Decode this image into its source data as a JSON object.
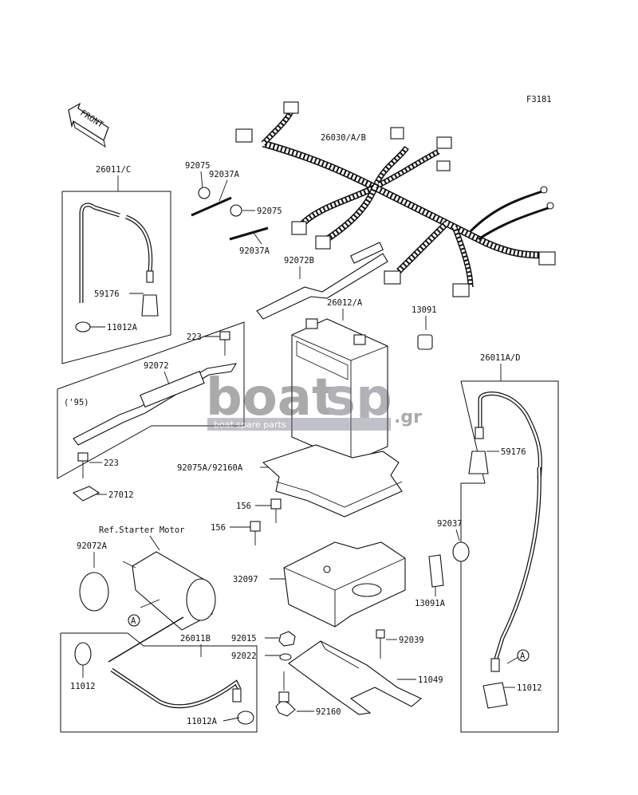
{
  "figure_code": "F3181",
  "front_label": "FRONT",
  "watermark": {
    "brand_main": "boat",
    "brand_sp": "sp",
    "brand_tld": ".gr",
    "tagline": "boat spare parts"
  },
  "labels": {
    "harness": "26030/A/B",
    "cable_c": "26011/C",
    "grommet_top": "92075",
    "strap_top": "92037A",
    "grommet_mid": "92075",
    "strap_mid": "92037A",
    "band_b": "92072B",
    "battery": "26012/A",
    "clip": "13091",
    "terminal_left": "59176",
    "cap_left": "11012A",
    "bolt_top": "223",
    "band": "92072",
    "year": "('95)",
    "bolt_bottom": "223",
    "plate": "27012",
    "pad": "92075A/92160A",
    "cable_ad": "26011A/D",
    "terminal_right": "59176",
    "bolt_156a": "156",
    "bolt_156b": "156",
    "ref_starter": "Ref.Starter Motor",
    "band_a": "92072A",
    "strap_right": "92037",
    "case": "32097",
    "clip_a": "13091A",
    "nut": "92015",
    "stud": "92039",
    "washer": "92022",
    "bracket": "11049",
    "cap_bottom_left": "11012",
    "cable_b": "26011B",
    "cap_bottom": "11012A",
    "damper": "92160",
    "cap_right": "11012",
    "callout_a": "A"
  }
}
